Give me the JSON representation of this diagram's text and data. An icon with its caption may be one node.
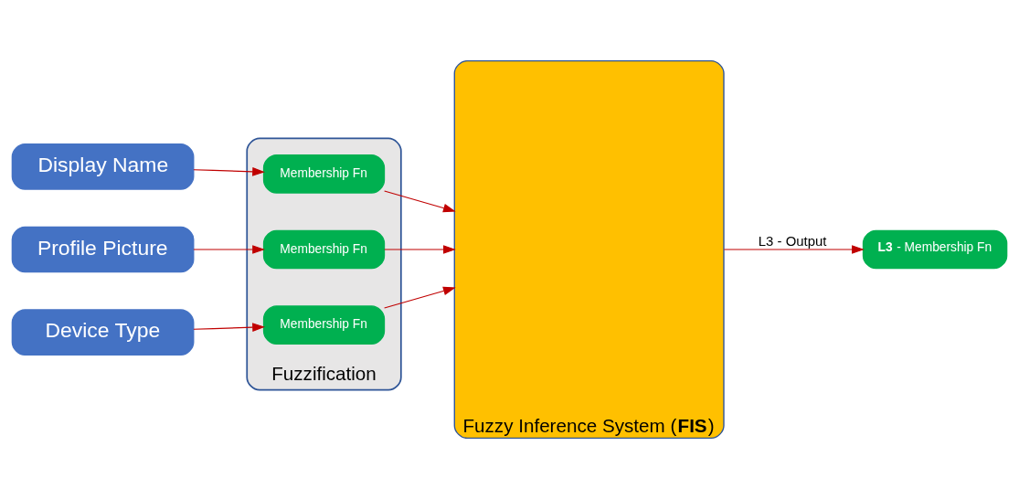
{
  "diagram": {
    "nodes": [
      {
        "text": [
          "Display Name"
        ]
      },
      {
        "text": [
          "Profile Picture"
        ]
      },
      {
        "text": [
          "Device Type"
        ]
      },
      {
        "text": [
          "Fuzzification"
        ]
      },
      {
        "text": [
          "Membership Fn"
        ],
        "in": 3
      },
      {
        "text": [
          "Membership Fn"
        ],
        "in": 3
      },
      {
        "text": [
          "Membership Fn"
        ],
        "in": 3
      },
      {
        "text": [
          "Fuzzy Inference System (**FIS**)"
        ]
      },
      {
        "text": [
          "**L3** - Membership Fn"
        ]
      }
    ],
    "edges": [
      {
        "from": 0,
        "to": 4,
        "arrow": "to"
      },
      {
        "from": 1,
        "to": 5,
        "arrow": "to"
      },
      {
        "from": 2,
        "to": 6,
        "arrow": "to"
      },
      {
        "from": 4,
        "to": 7,
        "arrow": "to"
      },
      {
        "from": 5,
        "to": 7,
        "arrow": "to"
      },
      {
        "from": 6,
        "to": 7,
        "arrow": "to"
      },
      {
        "from": 7,
        "to": 8,
        "arrow": "to",
        "label": "L3 - Output"
      }
    ]
  }
}
